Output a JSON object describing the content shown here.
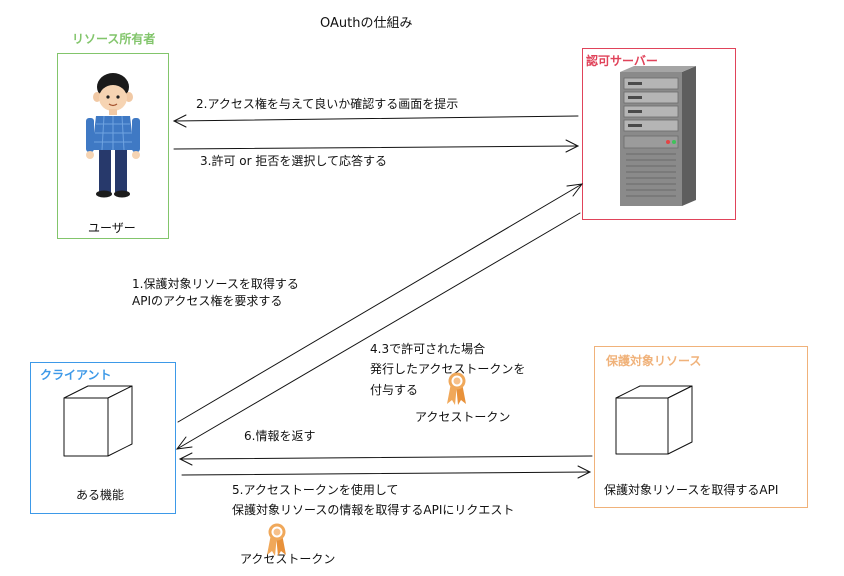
{
  "title": "OAuthの仕組み",
  "resource_owner": {
    "label": "リソース所有者",
    "user_label": "ユーザー",
    "color": "#82c56b"
  },
  "auth_server": {
    "label": "認可サーバー",
    "color": "#e0435a"
  },
  "client": {
    "label": "クライアント",
    "function_label": "ある機能",
    "color": "#3d99e8"
  },
  "protected_resource": {
    "label": "保護対象リソース",
    "api_label": "保護対象リソースを取得するAPI",
    "color": "#f0b27a"
  },
  "steps": {
    "step1_line1": "1.保護対象リソースを取得する",
    "step1_line2": "APIのアクセス権を要求する",
    "step2": "2.アクセス権を与えて良いか確認する画面を提示",
    "step3": "3.許可 or 拒否を選択して応答する",
    "step4_line1": "4.3で許可された場合",
    "step4_line2": "発行したアクセストークンを",
    "step4_line3": "付与する",
    "step5_line1": "5.アクセストークンを使用して",
    "step5_line2": "保護対象リソースの情報を取得するAPIにリクエスト",
    "step6": "6.情報を返す"
  },
  "tokens": {
    "token_label_a": "アクセストークン",
    "token_label_b": "アクセストークン",
    "token_color": "#f0a85a"
  },
  "icons": {
    "person": "person-icon",
    "server": "server-icon",
    "cube": "cube-icon",
    "ribbon": "ribbon-icon"
  }
}
